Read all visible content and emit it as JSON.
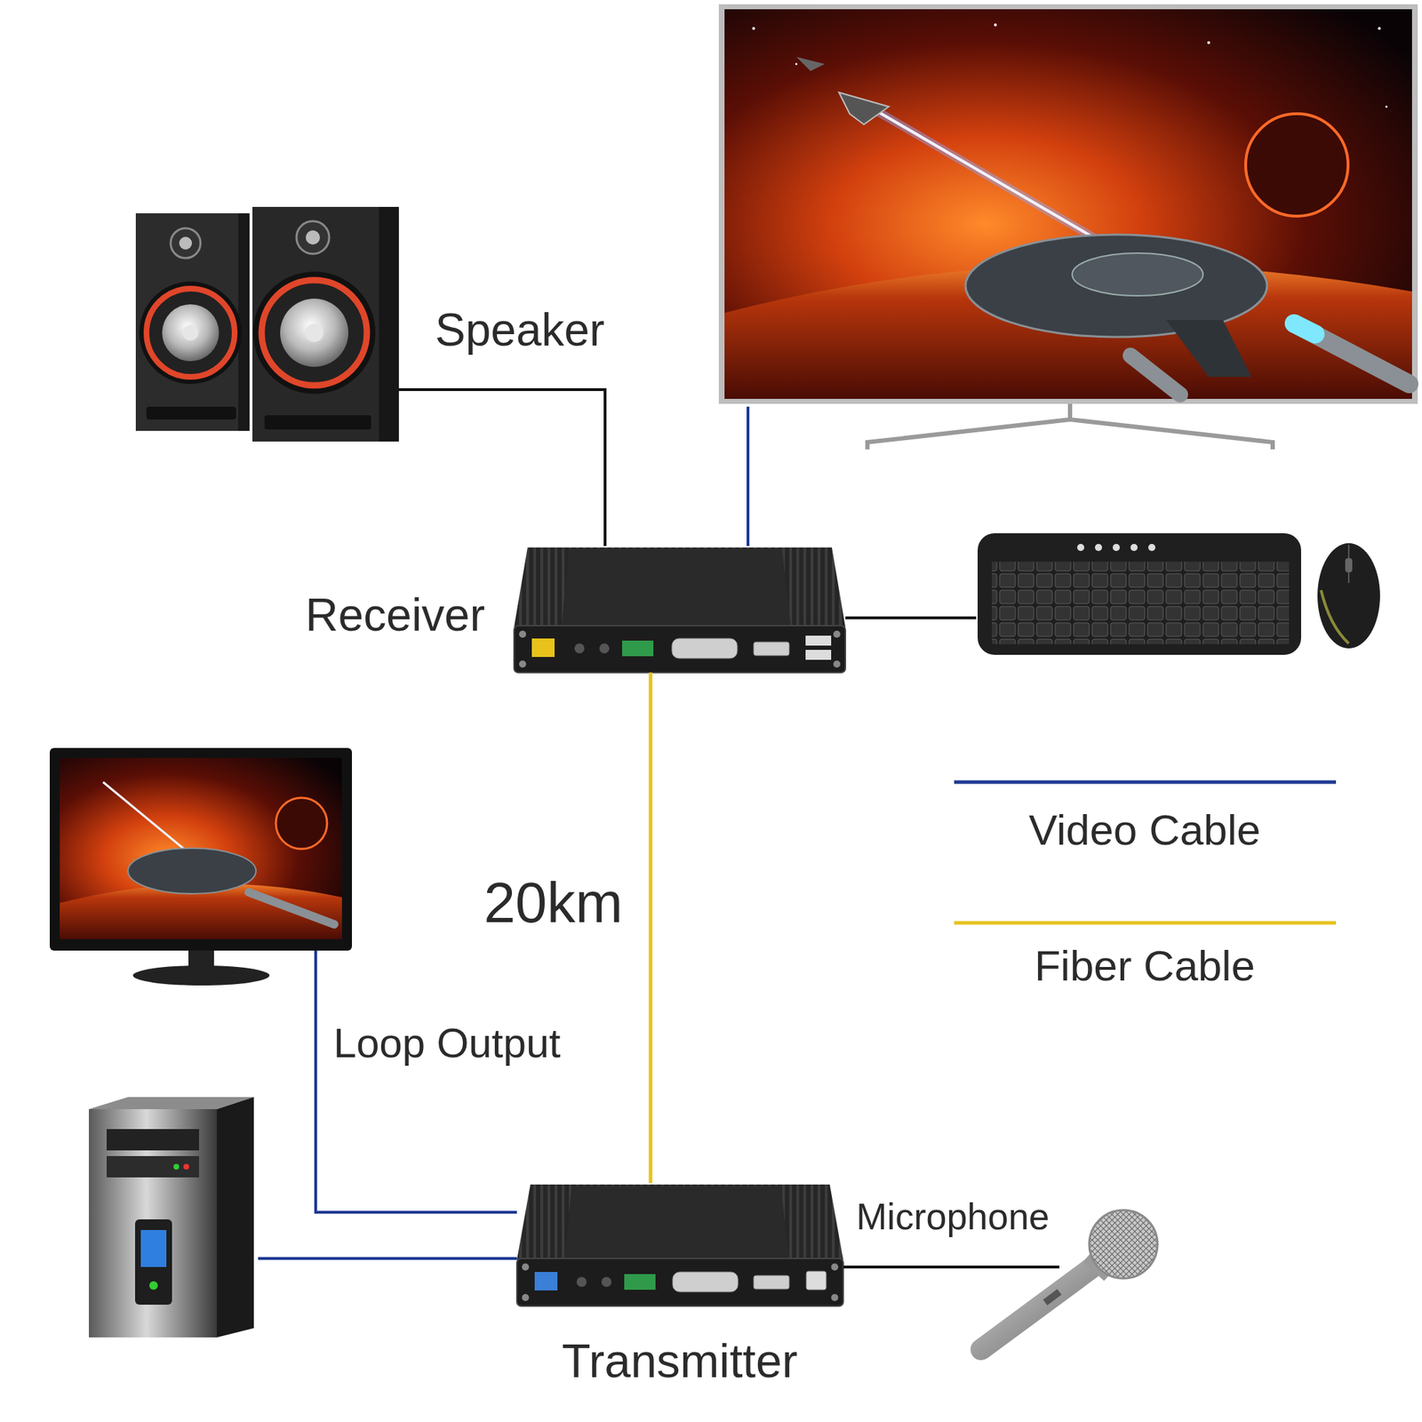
{
  "diagram": {
    "nodes": [
      {
        "text": [
          "Speaker"
        ]
      },
      {
        "text": [
          "Receiver"
        ]
      },
      {
        "text": [
          "Transmitter"
        ]
      },
      {
        "text": [
          "Microphone"
        ]
      }
    ],
    "edges": [
      {
        "from": 0,
        "to": 1,
        "arrow": "none"
      },
      {
        "from": 1,
        "to": 2,
        "label": "20km",
        "arrow": "none"
      },
      {
        "from": 2,
        "to": 3,
        "arrow": "none"
      }
    ],
    "labels": [
      "Loop Output"
    ],
    "legend": [
      {
        "text": "Video Cable"
      },
      {
        "text": "Fiber Cable"
      }
    ]
  }
}
